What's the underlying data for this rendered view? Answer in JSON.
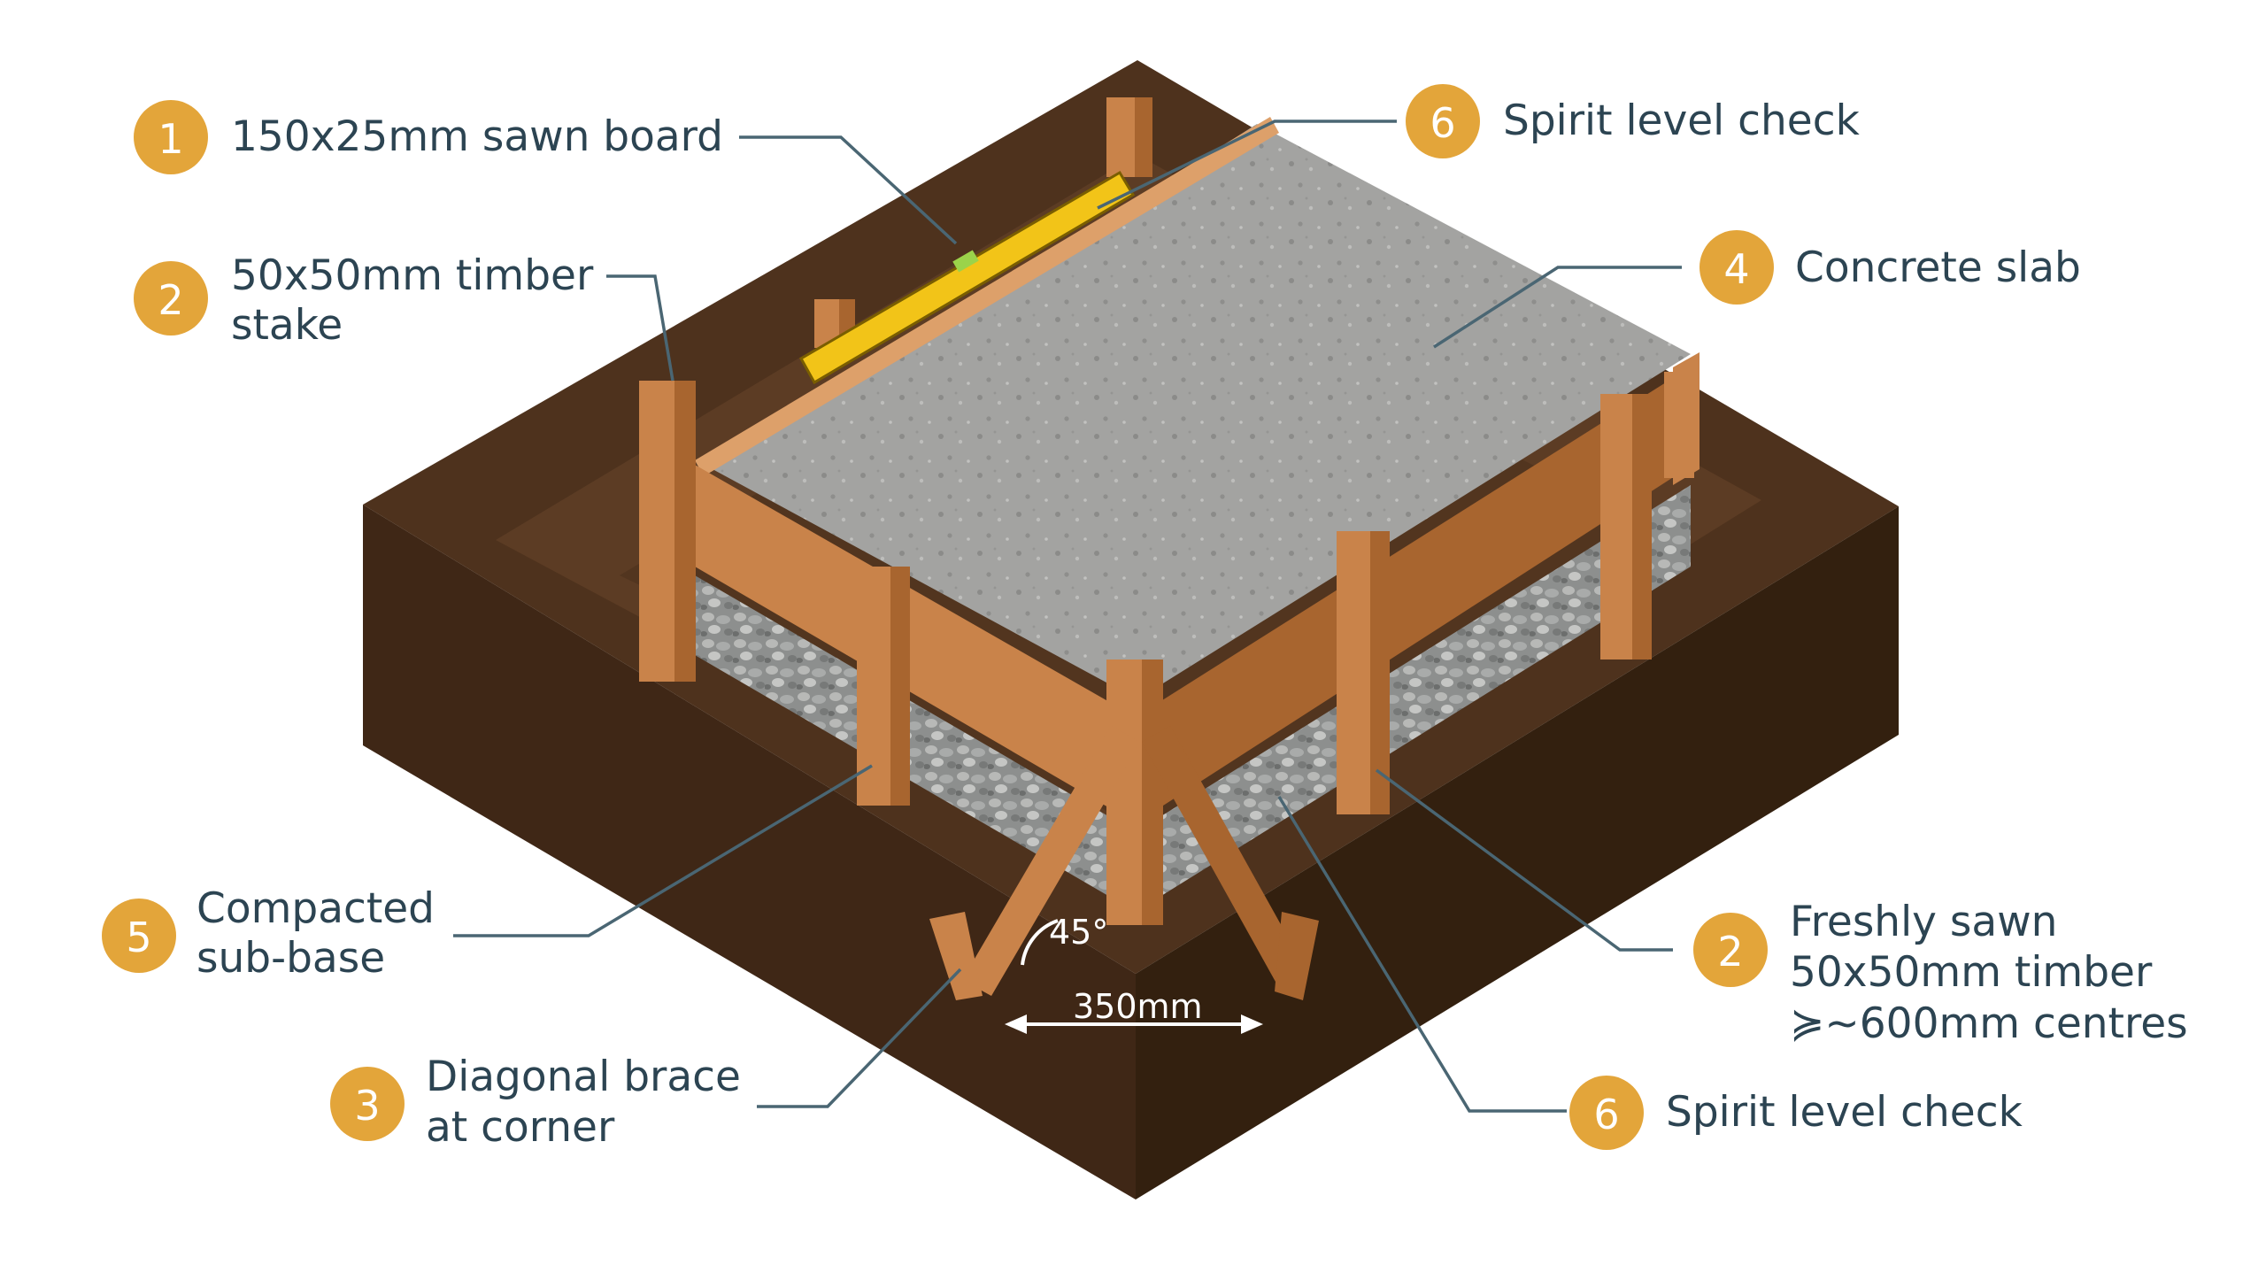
{
  "callouts": [
    {
      "id": "c1",
      "number": "1",
      "lines": [
        "150x25mm sawn board"
      ]
    },
    {
      "id": "c2a",
      "number": "2",
      "lines": [
        "50x50mm timber",
        "stake"
      ]
    },
    {
      "id": "c6a",
      "number": "6",
      "lines": [
        "Spirit level check"
      ]
    },
    {
      "id": "c4",
      "number": "4",
      "lines": [
        "Concrete slab"
      ]
    },
    {
      "id": "c5",
      "number": "5",
      "lines": [
        "Compacted",
        "sub-base"
      ]
    },
    {
      "id": "c3",
      "number": "3",
      "lines": [
        "Diagonal brace",
        "at corner"
      ]
    },
    {
      "id": "c2b",
      "number": "2",
      "lines": [
        "Freshly sawn",
        "50x50mm timber",
        "≽~600mm centres"
      ]
    },
    {
      "id": "c6b",
      "number": "6",
      "lines": [
        "Spirit level check"
      ]
    }
  ],
  "dimensions": {
    "angle": "45°",
    "length": "350mm"
  },
  "colors": {
    "badge": "#e3a53a",
    "text": "#2c4452",
    "leader": "#4a6673",
    "soil": "#5a3a22",
    "concrete": "#9a9a98",
    "timber": "#c9834a",
    "level": "#f2c418"
  }
}
